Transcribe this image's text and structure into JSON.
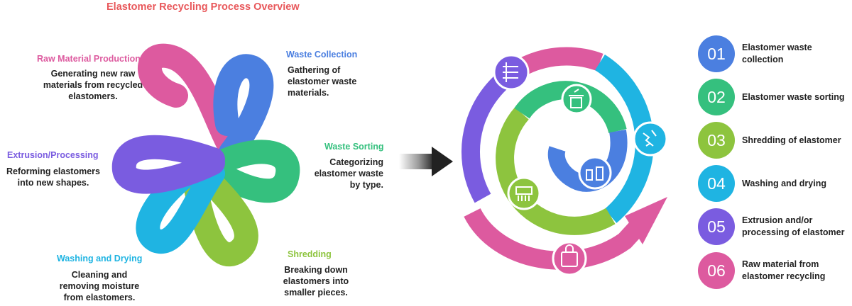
{
  "title": "Elastomer Recycling Process Overview",
  "colors": {
    "pink": "#dd5a9f",
    "blue": "#4b7fe0",
    "green": "#35c07e",
    "lime": "#8dc43e",
    "cyan": "#1fb4e2",
    "purple": "#7a5ce0",
    "title": "#e8575a"
  },
  "stages": [
    {
      "title": "Raw Material Production",
      "desc": [
        "Generating new raw",
        "materials from recycled",
        "elastomers."
      ]
    },
    {
      "title": "Waste Collection",
      "desc": [
        "Gathering of",
        "elastomer waste",
        "materials."
      ]
    },
    {
      "title": "Waste Sorting",
      "desc": [
        "Categorizing",
        "elastomer waste",
        "by type."
      ]
    },
    {
      "title": "Extrusion/Processing",
      "desc": [
        "Reforming elastomers",
        "into new shapes."
      ]
    },
    {
      "title": "Washing and Drying",
      "desc": [
        "Cleaning and",
        "removing moisture",
        "from elastomers."
      ]
    },
    {
      "title": "Shredding",
      "desc": [
        "Breaking down",
        "elastomers into",
        "smaller pieces."
      ]
    }
  ],
  "steps": [
    {
      "num": "01",
      "label": "Elastomer waste collection"
    },
    {
      "num": "02",
      "label": "Elastomer waste sorting"
    },
    {
      "num": "03",
      "label": "Shredding of elastomer"
    },
    {
      "num": "04",
      "label": "Washing and drying"
    },
    {
      "num": "05",
      "label": "Extrusion and/or processing of elastomer"
    },
    {
      "num": "06",
      "label": "Raw material from elastomer recycling"
    }
  ],
  "icons": [
    "hands-icon",
    "gear-lightning-icon",
    "trash-icon",
    "shredder-icon",
    "bottles-icon",
    "recycle-bag-icon"
  ]
}
